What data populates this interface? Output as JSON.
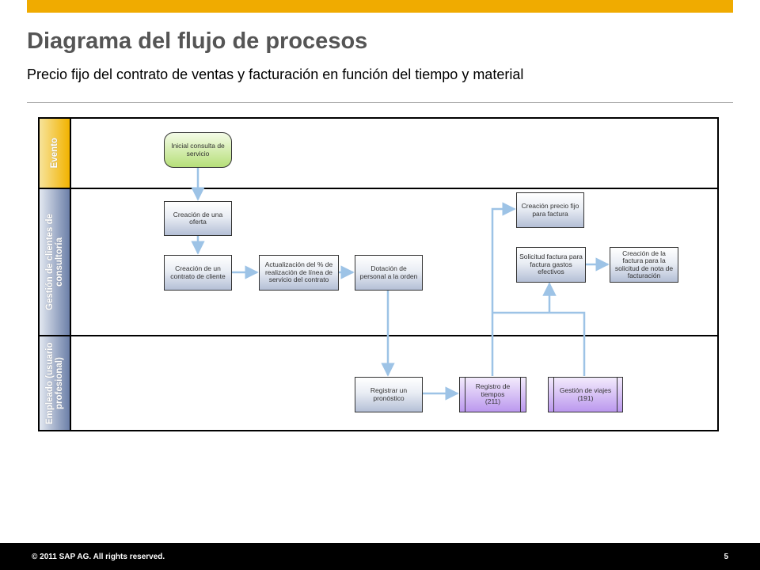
{
  "title": "Diagrama del flujo de procesos",
  "subtitle": "Precio fijo del contrato de ventas y facturación en función del tiempo y material",
  "lanes": {
    "event": "Evento",
    "consulting": "Gestión de clientes de consultoría",
    "employee": "Empleado (usuario profesional)"
  },
  "nodes": {
    "start": "Inicial consulta de servicio",
    "create_offer": "Creación de una oferta",
    "create_contract": "Creación de un contrato de cliente",
    "update_pct": "Actualización del % de realización de línea de servicio del contrato",
    "staffing": "Dotación de personal a la orden",
    "fixed_price": "Creación precio fijo para factura",
    "expense_request": "Solicitud factura para factura gastos efectivos",
    "create_invoice": "Creación de la factura para la solicitud de nota de facturación",
    "forecast": "Registrar un pronóstico",
    "time_reg": "Registro de tiempos",
    "time_reg_code": "(211)",
    "travel": "Gestión de viajes",
    "travel_code": "(191)"
  },
  "colors": {
    "accent_bar": "#f0ab00",
    "flow_line": "#9dc3e6",
    "event_fill": "#b6df79",
    "subprocess_fill": "#bb98ee"
  },
  "footer": {
    "copyright": "© 2011 SAP AG. All rights reserved.",
    "page": "5"
  }
}
